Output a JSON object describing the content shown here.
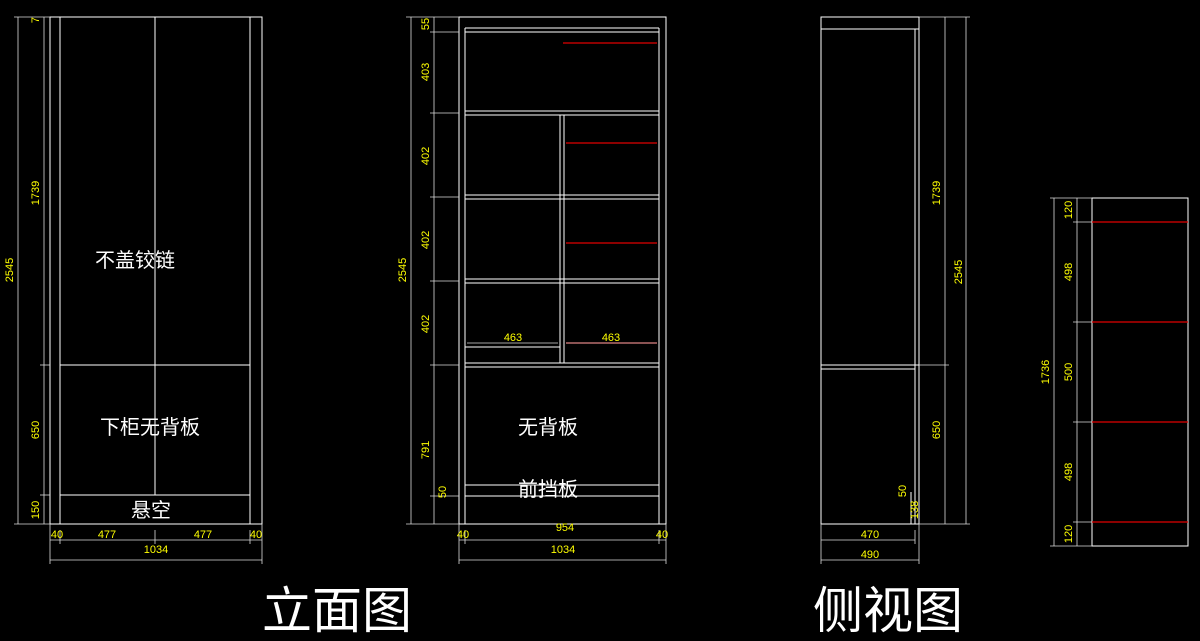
{
  "front_view": {
    "labels": {
      "no_cover_hinge": "不盖铰链",
      "lower_no_back": "下柜无背板",
      "suspended": "悬空"
    },
    "dims": {
      "top_gap": "7",
      "upper_height": "1739",
      "total_height": "2545",
      "lower_height": "650",
      "base_height": "150",
      "side_left": "40",
      "door_left": "477",
      "door_right": "477",
      "side_right": "40",
      "total_width": "1034"
    }
  },
  "section_view": {
    "labels": {
      "no_back": "无背板",
      "front_board": "前挡板"
    },
    "dims": {
      "top": "55",
      "shelf1": "403",
      "shelf2": "402",
      "shelf3": "402",
      "shelf4": "402",
      "total_height": "2545",
      "lower": "791",
      "kick": "50",
      "bay_left": "463",
      "bay_right": "463",
      "inner_width": "954",
      "side_left": "40",
      "side_right": "40",
      "total_width": "1034"
    }
  },
  "side_view": {
    "dims": {
      "upper": "1739",
      "total": "2545",
      "lower": "650",
      "kick": "50",
      "base": "138",
      "inner_depth": "470",
      "depth": "490"
    }
  },
  "panel_view": {
    "dims": {
      "top": "120",
      "seg1": "498",
      "seg2": "500",
      "seg3": "498",
      "bottom": "120",
      "total": "1736"
    }
  },
  "captions": {
    "elevation": "立面图",
    "side": "侧视图"
  },
  "colors": {
    "background": "#000000",
    "lines": "#ffffff",
    "dimension_text": "#ffff00",
    "shelf_marks": "#e00000"
  }
}
